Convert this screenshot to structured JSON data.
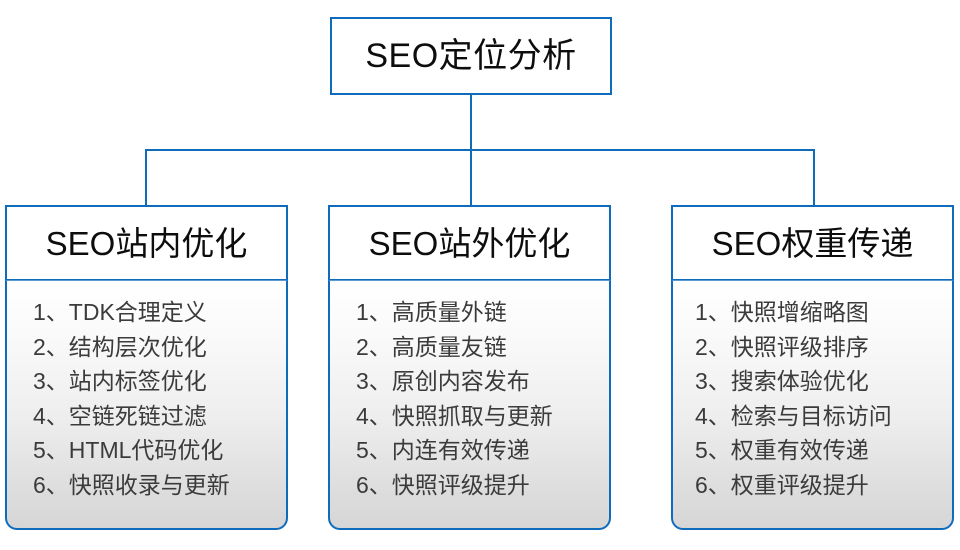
{
  "diagram": {
    "type": "org-tree",
    "root": {
      "title": "SEO定位分析"
    },
    "colors": {
      "border_blue": "#0f6cbd",
      "connector_blue": "#0f6cbd",
      "title_text": "#0d0d0d",
      "item_text": "#3b3b3b",
      "header_fill": "#ffffff",
      "body_fill_top": "#ffffff",
      "body_fill_bottom": "#d6d6d6"
    },
    "columns": [
      {
        "header": "SEO站内优化",
        "items": [
          "1、TDK合理定义",
          "2、结构层次优化",
          "3、站内标签优化",
          "4、空链死链过滤",
          "5、HTML代码优化",
          "6、快照收录与更新"
        ]
      },
      {
        "header": "SEO站外优化",
        "items": [
          "1、高质量外链",
          "2、高质量友链",
          "3、原创内容发布",
          "4、快照抓取与更新",
          "5、内连有效传递",
          "6、快照评级提升"
        ]
      },
      {
        "header": "SEO权重传递",
        "items": [
          "1、快照增缩略图",
          "2、快照评级排序",
          "3、搜索体验优化",
          "4、检索与目标访问",
          "5、权重有效传递",
          "6、权重评级提升"
        ]
      }
    ]
  }
}
